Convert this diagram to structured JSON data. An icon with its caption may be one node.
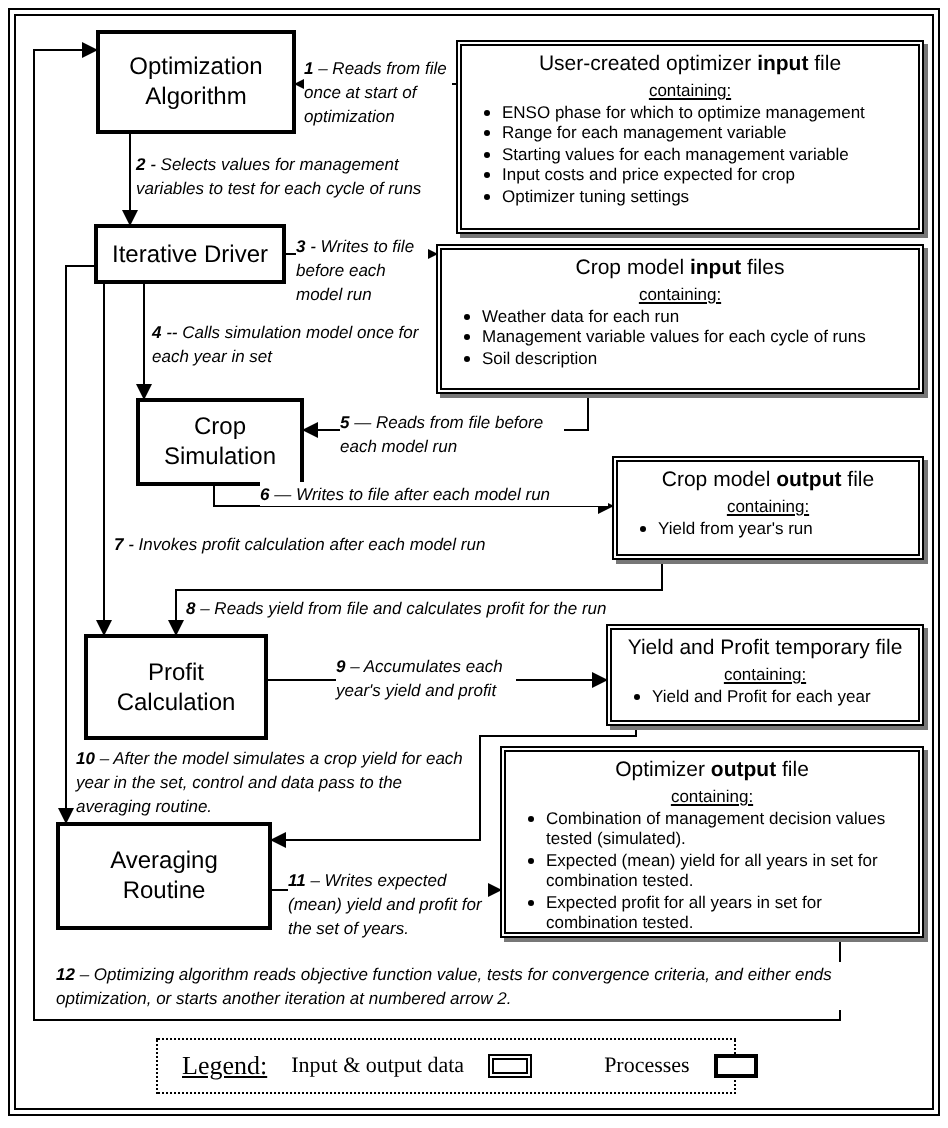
{
  "diagram": {
    "nodes": [
      {
        "text": [
          "Optimization Algorithm"
        ]
      },
      {
        "text": [
          "User-created optimizer **input** file",
          "containing:",
          "ENSO phase for which to optimize management",
          "Range for each management variable",
          "Starting values for each management variable",
          "Input costs and price expected for crop",
          "Optimizer tuning settings"
        ]
      },
      {
        "text": [
          "Iterative Driver"
        ]
      },
      {
        "text": [
          "Crop model **input** files",
          "containing:",
          "Weather data for each run",
          "Management variable values for each cycle of runs",
          "Soil description"
        ]
      },
      {
        "text": [
          "Crop Simulation"
        ]
      },
      {
        "text": [
          "Crop model **output** file",
          "containing:",
          "Yield from year's run"
        ]
      },
      {
        "text": [
          "Profit Calculation"
        ]
      },
      {
        "text": [
          "Yield and Profit temporary file",
          "containing:",
          "Yield and Profit for each year"
        ]
      },
      {
        "text": [
          "Averaging Routine"
        ]
      },
      {
        "text": [
          "Optimizer **output** file",
          "containing:",
          "Combination of management decision values tested (simulated).",
          "Expected (mean) yield for all years in set for combination tested.",
          "Expected profit for all years in set for combination tested."
        ]
      }
    ],
    "edges": [
      {
        "from": 1,
        "to": 0,
        "arrow": "to",
        "label": "**1** – Reads from file once at start of optimization"
      },
      {
        "from": 0,
        "to": 2,
        "arrow": "to",
        "label": "**2** - Selects values for management variables to test for each cycle of runs"
      },
      {
        "from": 2,
        "to": 3,
        "arrow": "to",
        "label": "**3** - Writes to file before each model run"
      },
      {
        "from": 2,
        "to": 4,
        "arrow": "to",
        "label": "**4** -- Calls simulation model once for each year in set"
      },
      {
        "from": 3,
        "to": 4,
        "arrow": "to",
        "label": "**5** — Reads from file before each model run"
      },
      {
        "from": 4,
        "to": 5,
        "arrow": "to",
        "label": "**6** — Writes to file after each model run"
      },
      {
        "from": 2,
        "to": 6,
        "arrow": "to",
        "label": "**7** - Invokes profit calculation after each model run"
      },
      {
        "from": 5,
        "to": 6,
        "arrow": "to",
        "label": "**8** – Reads yield from file and calculates profit for the run"
      },
      {
        "from": 6,
        "to": 7,
        "arrow": "to",
        "label": "**9** – Accumulates each year's yield and profit"
      },
      {
        "from": 2,
        "to": 8,
        "arrow": "to",
        "label": "**10** – After the model simulates a crop yield for each year in the set, control and data pass to the averaging routine."
      },
      {
        "from": 7,
        "to": 8,
        "arrow": "to"
      },
      {
        "from": 8,
        "to": 9,
        "arrow": "to",
        "label": "**11** – Writes expected (mean) yield and profit for the set of years."
      },
      {
        "from": 9,
        "to": 0,
        "arrow": "to",
        "label": "**12** – Optimizing algorithm reads objective function value, tests for convergence criteria, and either ends optimization, or starts another iteration at numbered arrow 2."
      }
    ],
    "labels": [
      "Legend:"
    ],
    "legend": [
      {
        "text": "Input & output data"
      },
      {
        "text": "Processes"
      }
    ]
  }
}
